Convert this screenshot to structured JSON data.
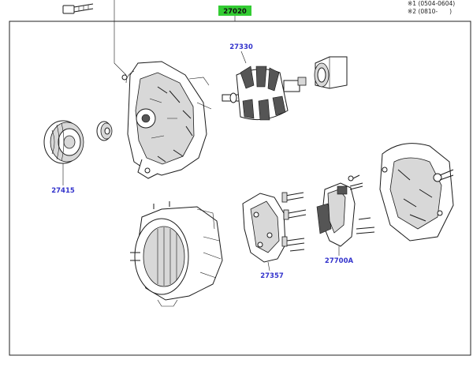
{
  "diagram": {
    "assembly_part": "27020",
    "parts": [
      {
        "id": "p27330",
        "number": "27330"
      },
      {
        "id": "p27415",
        "number": "27415"
      },
      {
        "id": "p27357",
        "number": "27357"
      },
      {
        "id": "p27700A",
        "number": "27700A"
      }
    ],
    "notes": [
      "※1 (0504-0604)",
      "※2 (0810-　　)"
    ],
    "colors": {
      "label": "#3333cc",
      "highlight": "#33cc33",
      "line": "#1a1a1a"
    }
  }
}
